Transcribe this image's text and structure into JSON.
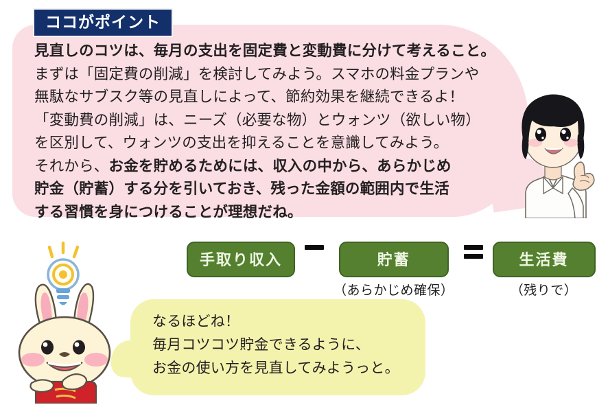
{
  "header": {
    "badge_label": "ココがポイント"
  },
  "advice_bubble": {
    "color": "#fadee4",
    "lines": [
      {
        "text": "見直しのコツは、毎月の支出を固定費と変動費に分けて考えること。",
        "bold": true
      },
      {
        "text": "まずは「固定費の削減」を検討してみよう。スマホの料金プランや",
        "bold": false
      },
      {
        "text": "無駄なサブスク等の見直しによって、節約効果を継続できるよ！",
        "bold": false
      },
      {
        "text": "「変動費の削減」は、ニーズ（必要な物）とウォンツ（欲しい物）",
        "bold": false
      },
      {
        "text": "を区別して、ウォンツの支出を抑えることを意識してみよう。",
        "bold": false
      },
      {
        "text": "それから、",
        "bold": false,
        "tail": "お金を貯めるためには、収入の中から、あらかじめ",
        "tail_bold": true
      },
      {
        "text": "貯金（貯蓄）する分を引いておき、残った金額の範囲内で生活",
        "bold": true
      },
      {
        "text": "する習慣を身につけることが理想だね。",
        "bold": true
      }
    ]
  },
  "equation": {
    "box_color": "#55802f",
    "border_color": "#3f6323",
    "terms": [
      {
        "label": "手取り収入",
        "caption": ""
      },
      {
        "label": "貯蓄",
        "caption": "（あらかじめ確保）"
      },
      {
        "label": "生活費",
        "caption": "（残りで）"
      }
    ],
    "operators": [
      "minus",
      "equals"
    ]
  },
  "reply_bubble": {
    "color": "#f3f3ae",
    "lines": [
      "なるほどね！",
      "毎月コツコツ貯金できるように、",
      "お金の使い方を見直してみようっと。"
    ]
  },
  "characters": {
    "girl": "girl-pointing-character",
    "rabbit": "rabbit-mascot-with-lightbulb"
  }
}
